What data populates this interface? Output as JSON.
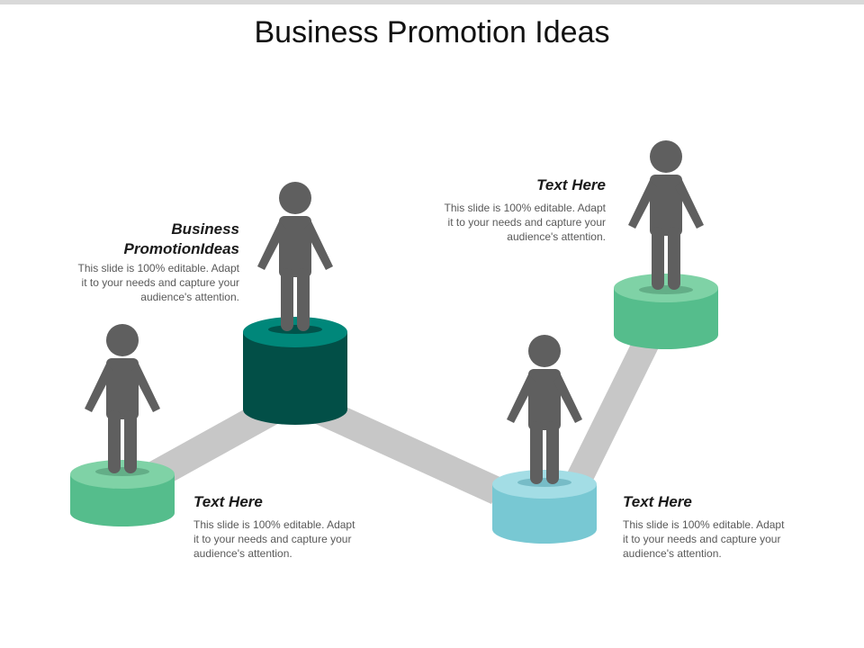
{
  "title": "Business Promotion Ideas",
  "colors": {
    "connector": "#c7c7c7",
    "person": "#5f5f5f",
    "pillar_green_top": "#7fd2a6",
    "pillar_green_side": "#55bd8c",
    "pillar_dark_top": "#00877a",
    "pillar_dark_side": "#024f47",
    "pillar_blue_top": "#a3dde5",
    "pillar_blue_side": "#78c8d3"
  },
  "blocks": [
    {
      "id": "main",
      "heading_line1": "Business",
      "heading_line2": "PromotionIdeas",
      "body": [
        "This slide is 100% editable. Adapt",
        "it to your needs and capture your",
        "audience's attention."
      ]
    },
    {
      "id": "top-right",
      "heading": "Text Here",
      "body": [
        "This slide is 100% editable. Adapt",
        "it to your needs and capture your",
        "audience's attention."
      ]
    },
    {
      "id": "bottom-left",
      "heading": "Text Here",
      "body": [
        "This slide is 100% editable. Adapt",
        "it to your needs and capture your",
        "audience's attention."
      ]
    },
    {
      "id": "bottom-right",
      "heading": "Text Here",
      "body": [
        "This slide is 100% editable. Adapt",
        "it to your needs and capture your",
        "audience's attention."
      ]
    }
  ]
}
